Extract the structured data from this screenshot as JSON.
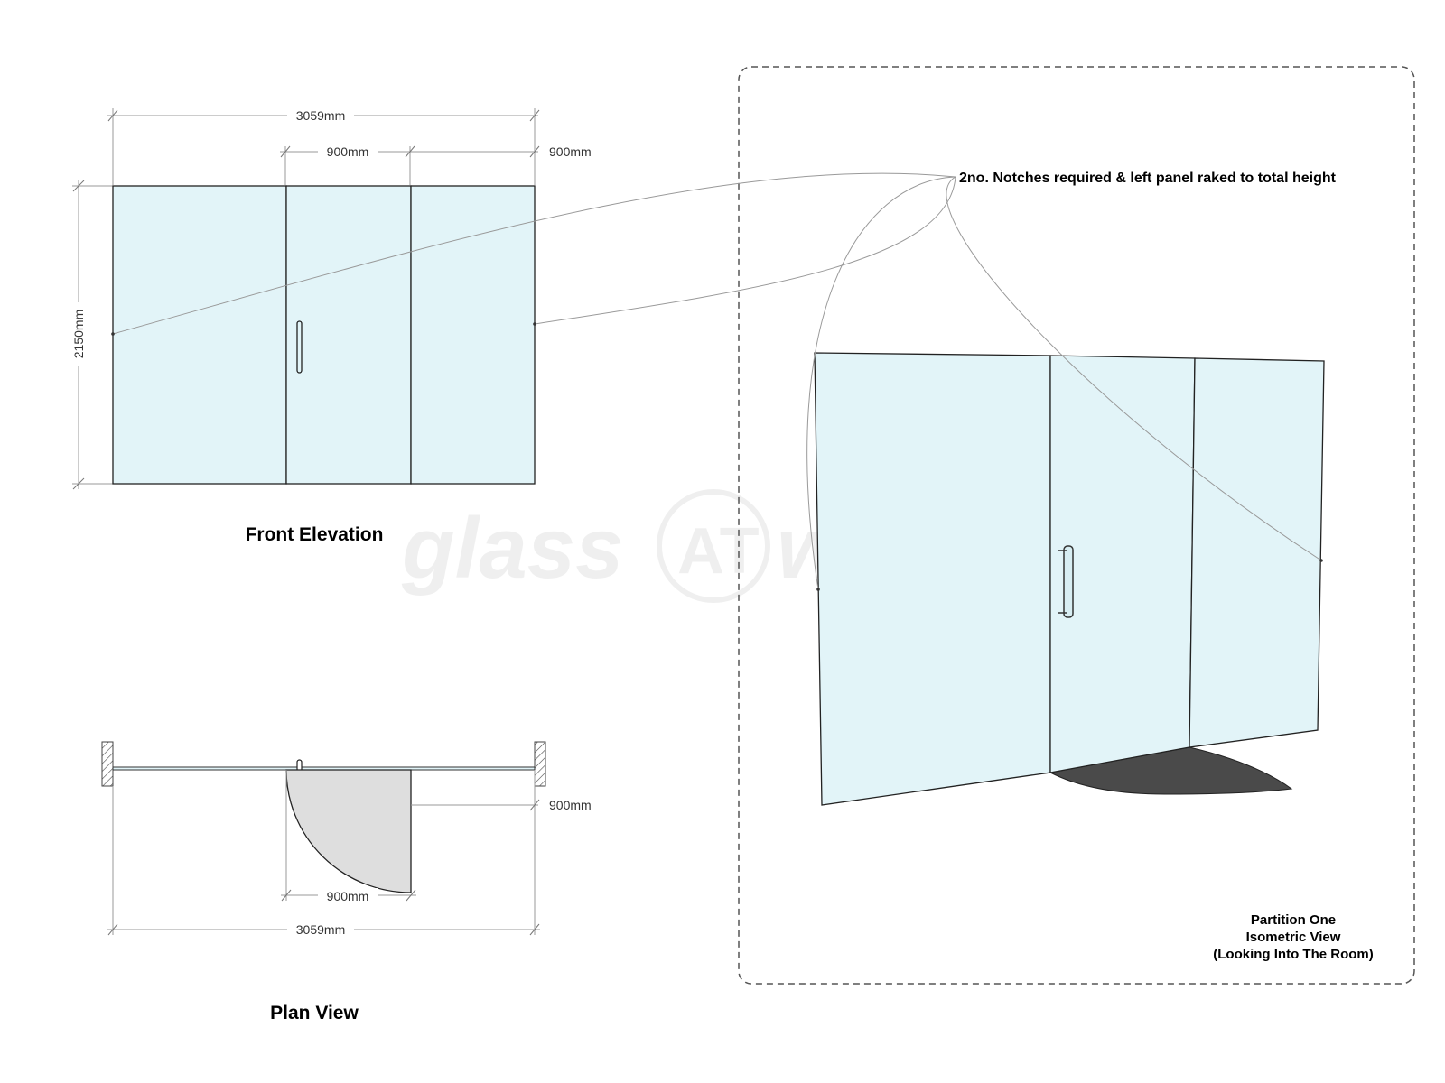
{
  "front_elevation": {
    "title": "Front Elevation",
    "dim_total_width": "3059mm",
    "dim_door_width": "900mm",
    "dim_right_panel": "900mm",
    "dim_height": "2150mm"
  },
  "plan_view": {
    "title": "Plan View",
    "dim_swing": "900mm",
    "dim_door_width": "900mm",
    "dim_total_width": "3059mm"
  },
  "isometric": {
    "note": "2no. Notches required & left panel raked to total height",
    "caption_line1": "Partition One",
    "caption_line2": "Isometric View",
    "caption_line3": "(Looking Into The Room)"
  },
  "watermark": "glass AT work",
  "colors": {
    "glass": "#e2f4f8",
    "door_swing": "#dedede",
    "iso_swing": "#4a4a4a",
    "dashed_frame": "#555555"
  }
}
